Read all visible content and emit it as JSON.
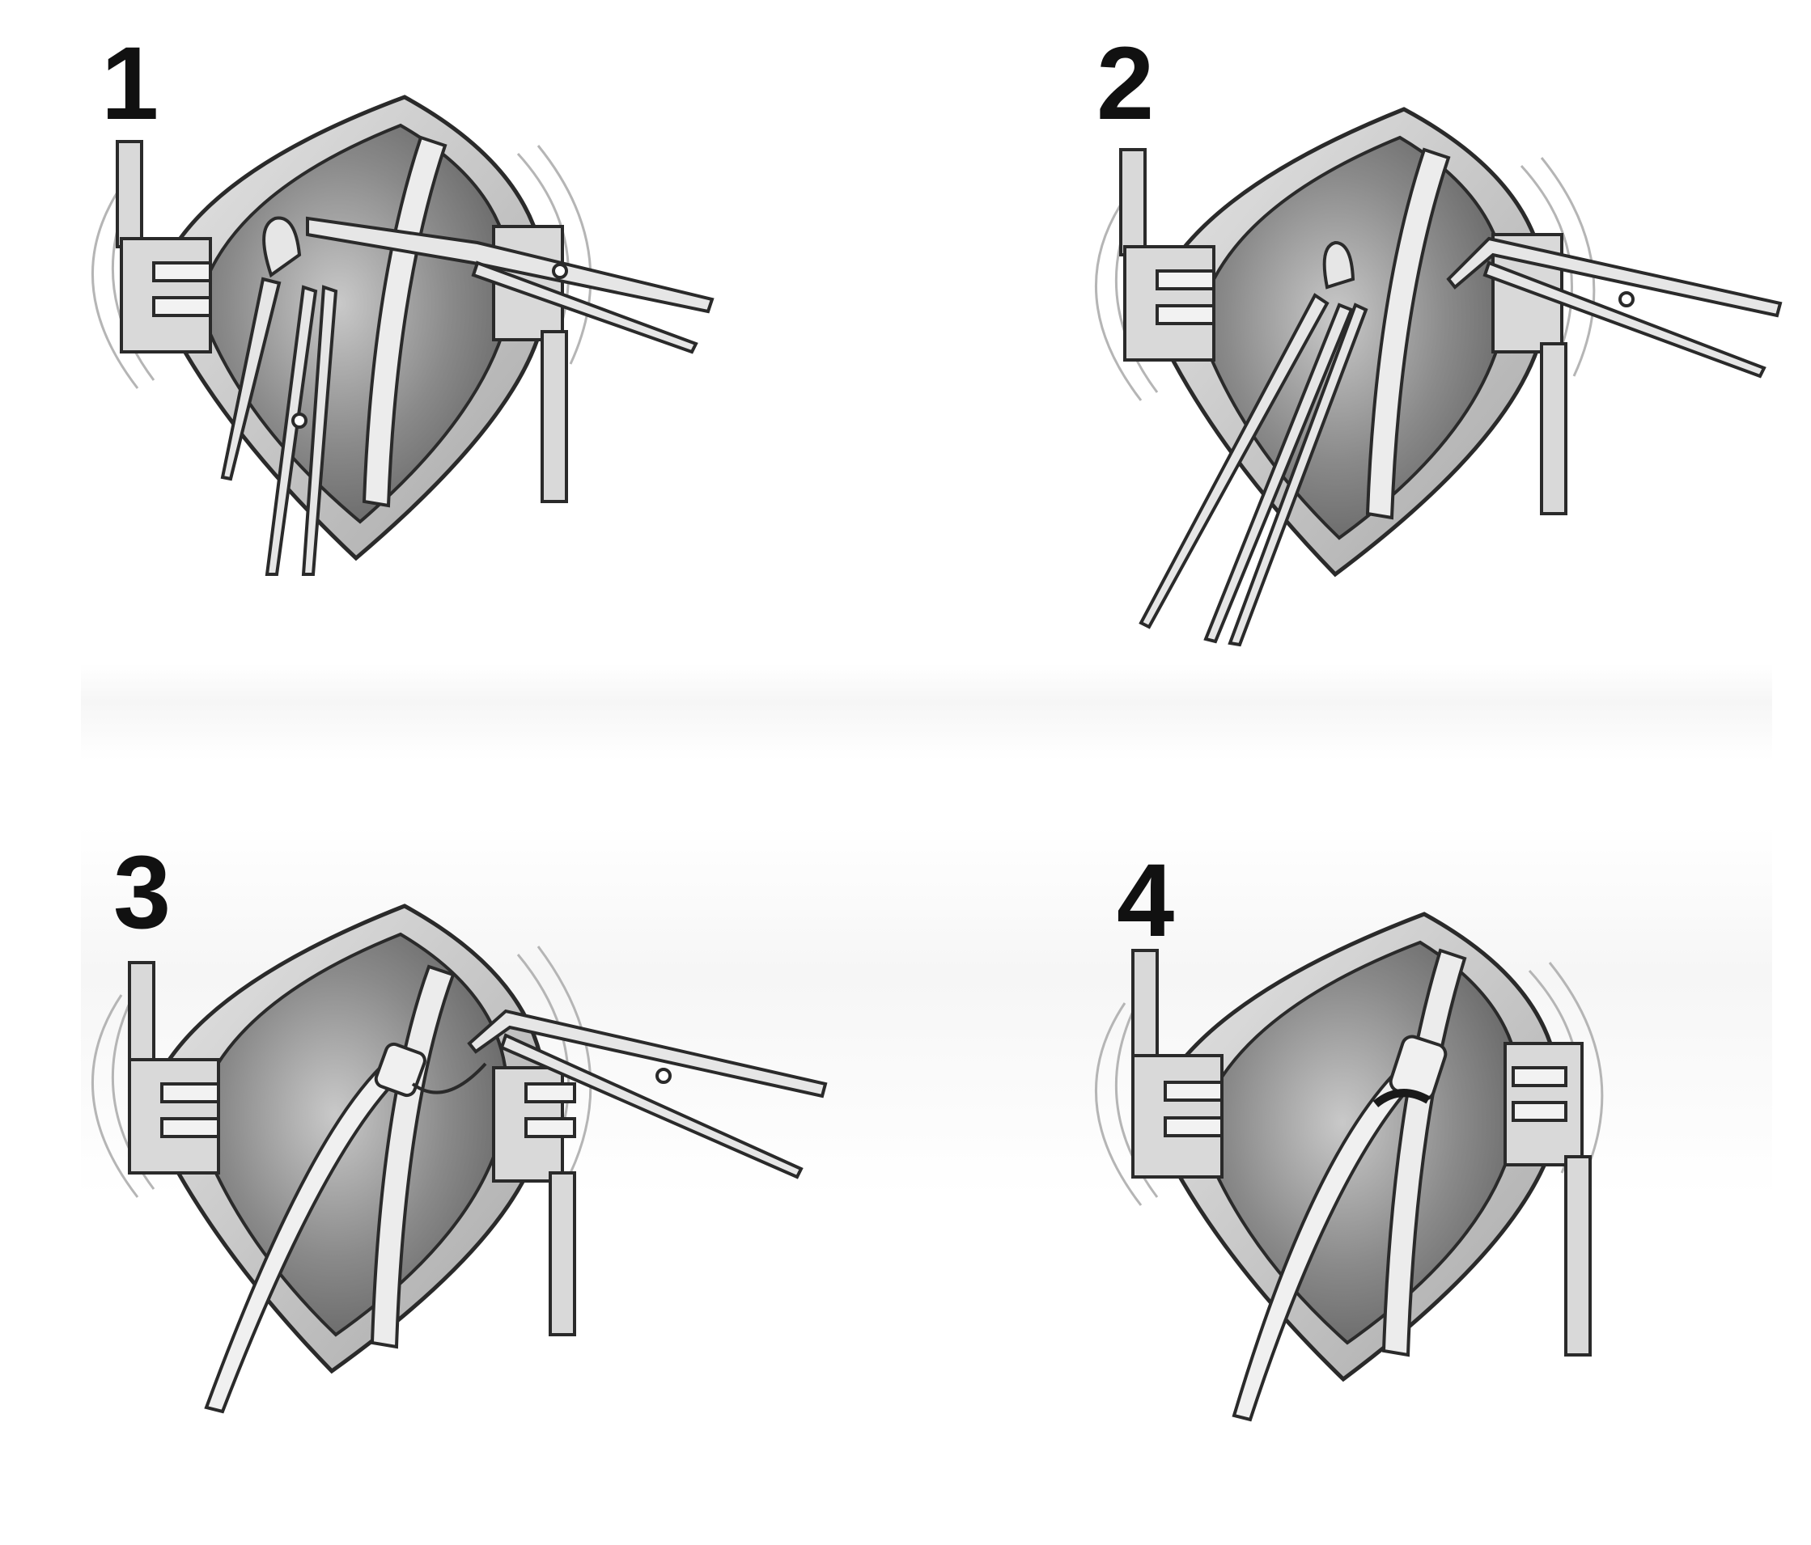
{
  "steps": [
    {
      "label": "1"
    },
    {
      "label": "2"
    },
    {
      "label": "3"
    },
    {
      "label": "4"
    }
  ],
  "colors": {
    "cavity_dark": "#6e6e6e",
    "cavity_light": "#b8b8b8",
    "rim": "#d2d2d2",
    "instrument": "#e4e4e4",
    "outline": "#2a2a2a",
    "motion_lines": "#b0b0b0"
  },
  "icons": [
    "retractor-icon",
    "forceps-icon",
    "clamp-icon",
    "vessel-icon",
    "catheter-icon"
  ]
}
